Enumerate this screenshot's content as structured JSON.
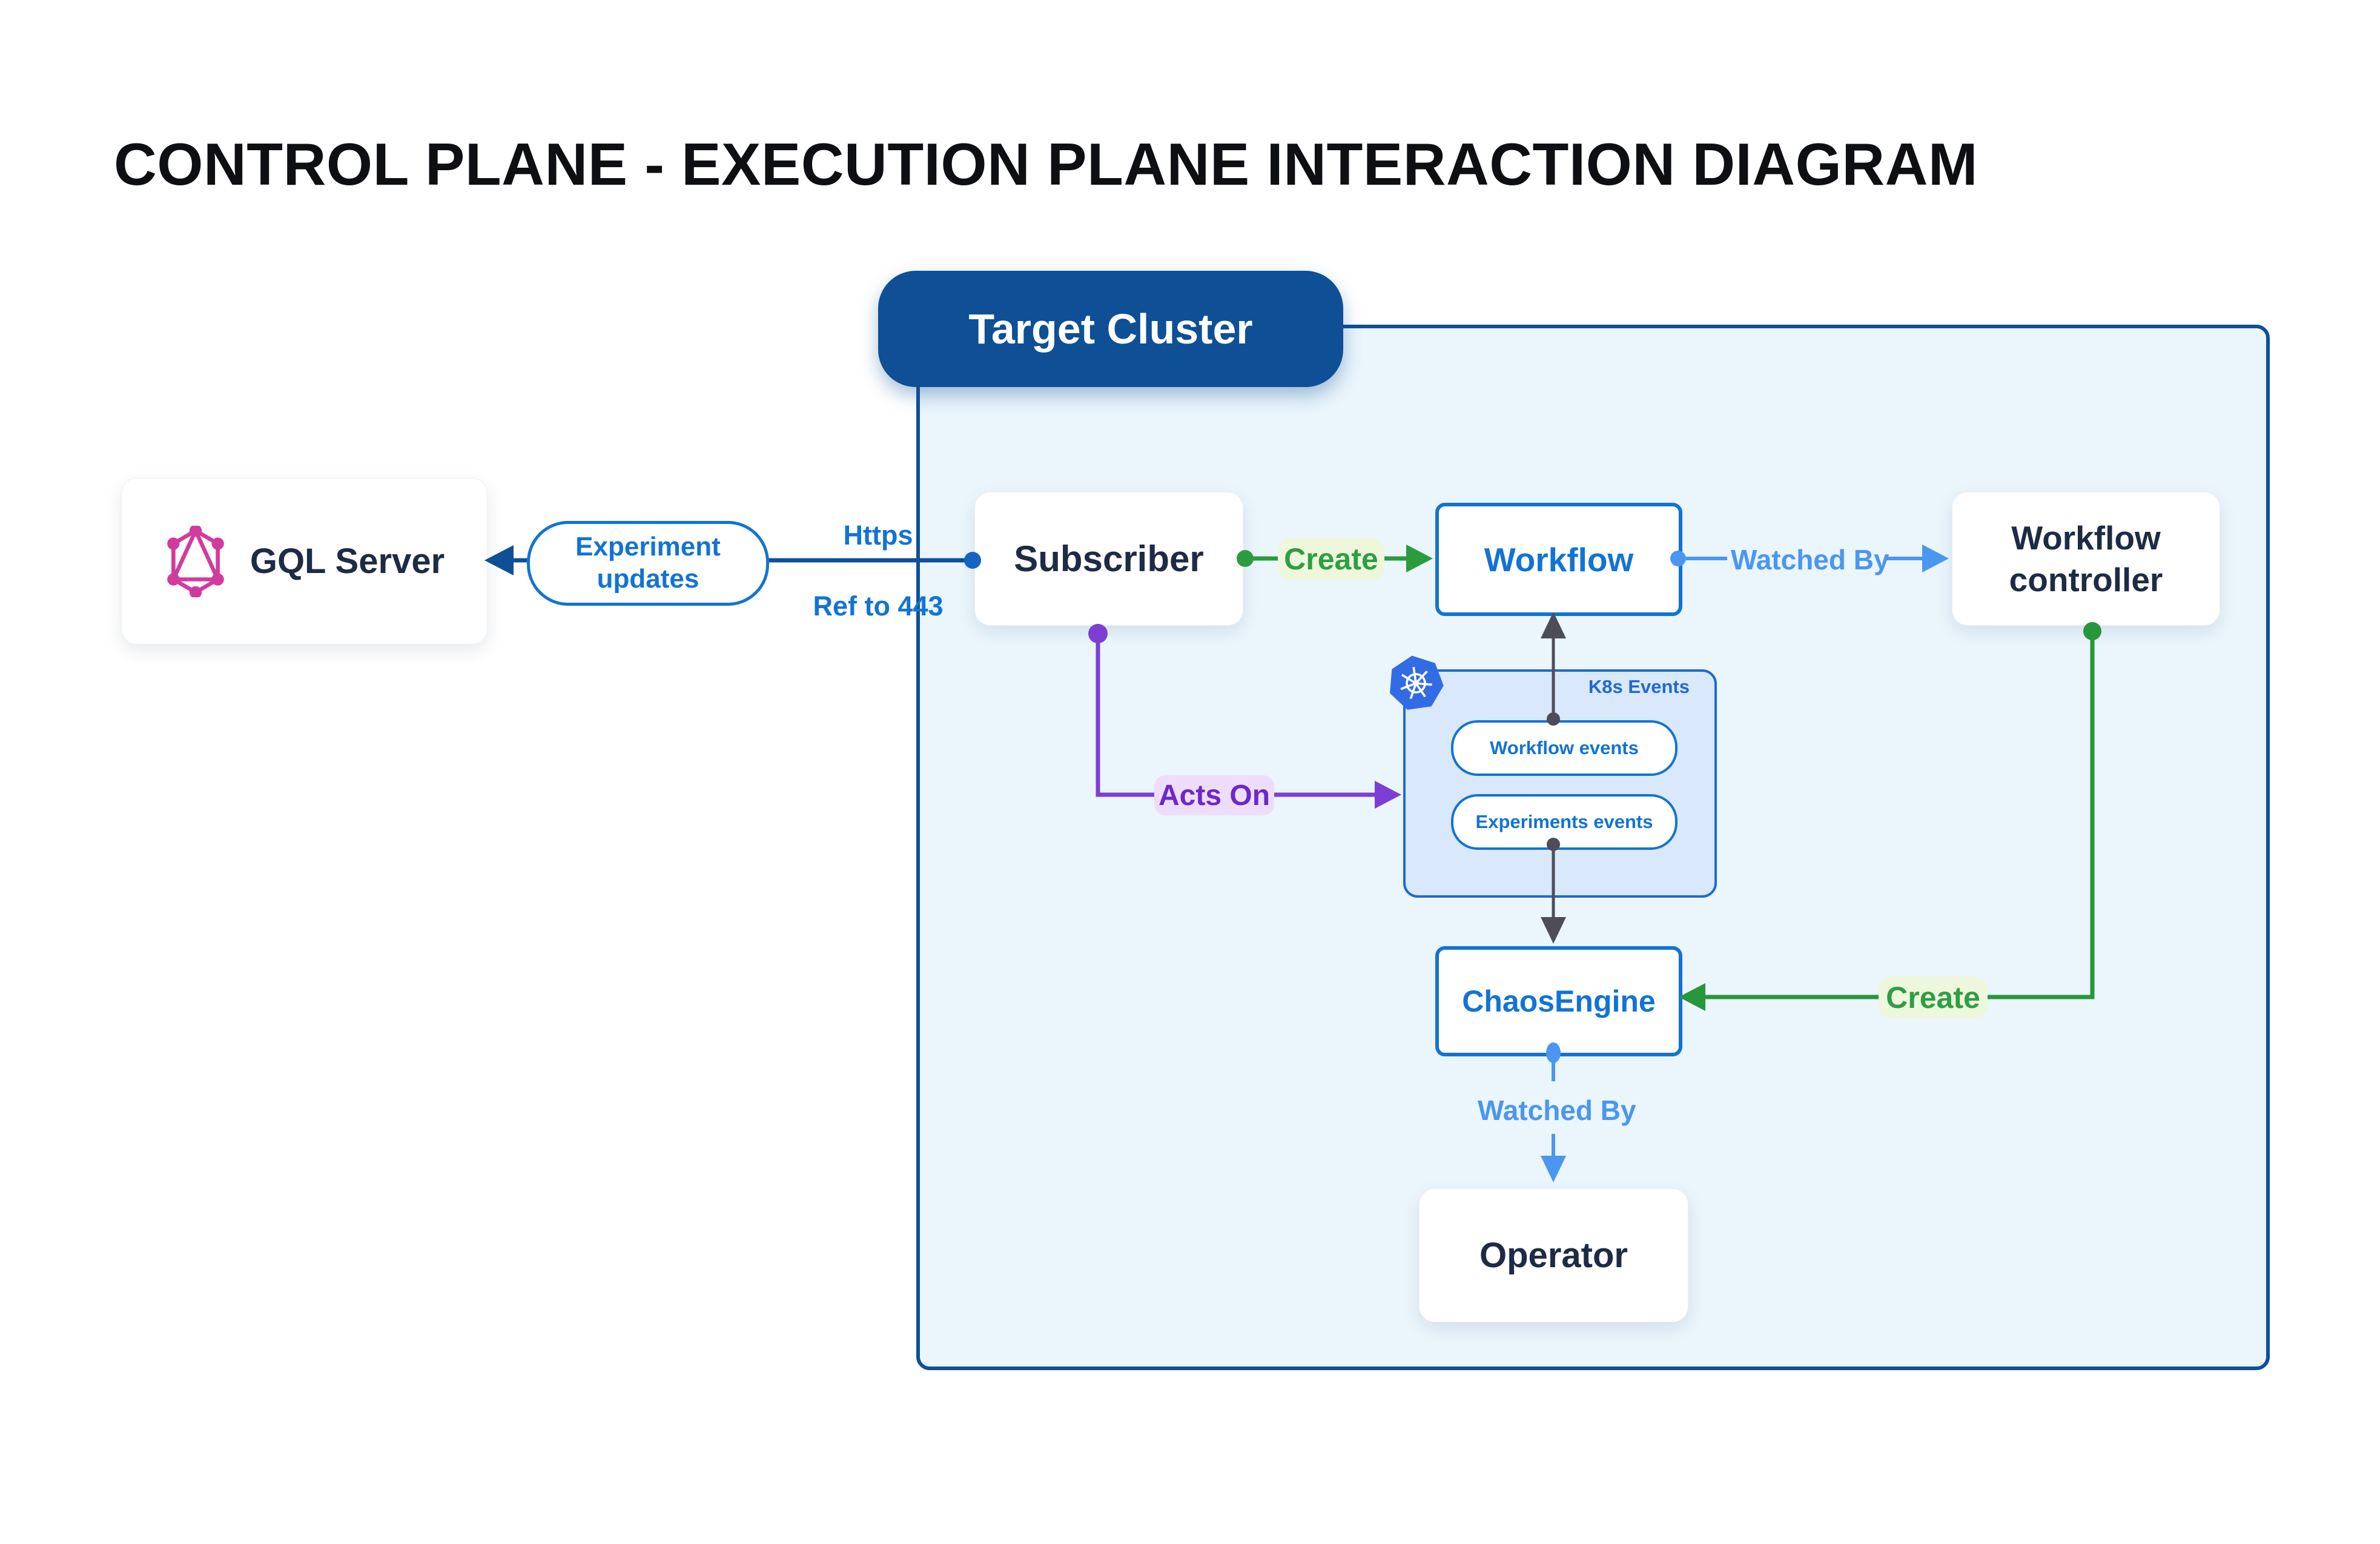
{
  "title": "CONTROL PLANE - EXECUTION PLANE INTERACTION DIAGRAM",
  "cluster": {
    "label": "Target Cluster"
  },
  "nodes": {
    "gql_server": {
      "label": "GQL Server"
    },
    "subscriber": {
      "label": "Subscriber"
    },
    "workflow": {
      "label": "Workflow"
    },
    "workflow_controller": {
      "label": "Workflow controller"
    },
    "chaos_engine": {
      "label": "ChaosEngine"
    },
    "operator": {
      "label": "Operator"
    }
  },
  "k8s_events": {
    "title": "K8s Events",
    "items": [
      {
        "label": "Workflow events"
      },
      {
        "label": "Experiments events"
      }
    ]
  },
  "edges": {
    "experiment_updates": {
      "label": "Experiment updates"
    },
    "https": {
      "label": "Https"
    },
    "ref_443": {
      "label": "Ref to 443"
    },
    "create_workflow": {
      "label": "Create"
    },
    "watched_by_controller": {
      "label": "Watched By"
    },
    "acts_on": {
      "label": "Acts On"
    },
    "create_chaos_engine": {
      "label": "Create"
    },
    "watched_by_operator": {
      "label": "Watched By"
    }
  },
  "icons": {
    "graphql": "graphql-logo",
    "kubernetes": "kubernetes-logo"
  },
  "colors": {
    "cluster_border": "#0e4f96",
    "cluster_fill": "#eaf5fc",
    "node_border_blue": "#1273d4",
    "node_text_navy": "#1d2b45",
    "edge_dark_blue": "#0e4f96",
    "edge_light_blue": "#4b96f0",
    "edge_green": "#2b9c3e",
    "edge_green_bg": "#eef7dc",
    "edge_purple": "#7c3fd4",
    "edge_purple_bg": "#eeddfa",
    "edge_gray": "#4d4d59",
    "k8s_box_fill": "#d9e8fa",
    "k8s_box_border": "#2268d1",
    "k8s_logo_blue": "#326ce5",
    "graphql_pink": "#d23b9e"
  }
}
